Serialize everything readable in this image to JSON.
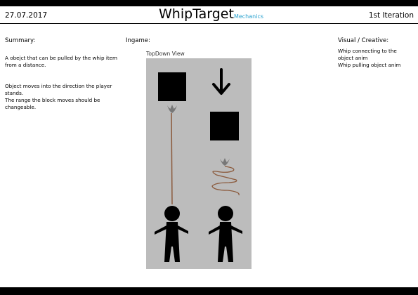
{
  "header": {
    "date": "27.07.2017",
    "title": "WhipTarget",
    "subtitle": "Mechanics",
    "iteration": "1st Iteration"
  },
  "summary": {
    "heading": "Summary:",
    "paragraphs": [
      "A obejct that can be pulled by the whip item from a distance.",
      "Object moves into the direction the player stands.\nThe range the block moves should be changeable."
    ]
  },
  "ingame": {
    "heading": "Ingame:",
    "view_label": "TopDown View"
  },
  "visual": {
    "heading": "Visual / Creative:",
    "lines": [
      "Whip connecting to the object anim",
      "Whip pulling object anim"
    ]
  },
  "colors": {
    "panel": "#bcbcbc",
    "accent": "#2aa2cf",
    "whip": "#8b5a3c"
  }
}
